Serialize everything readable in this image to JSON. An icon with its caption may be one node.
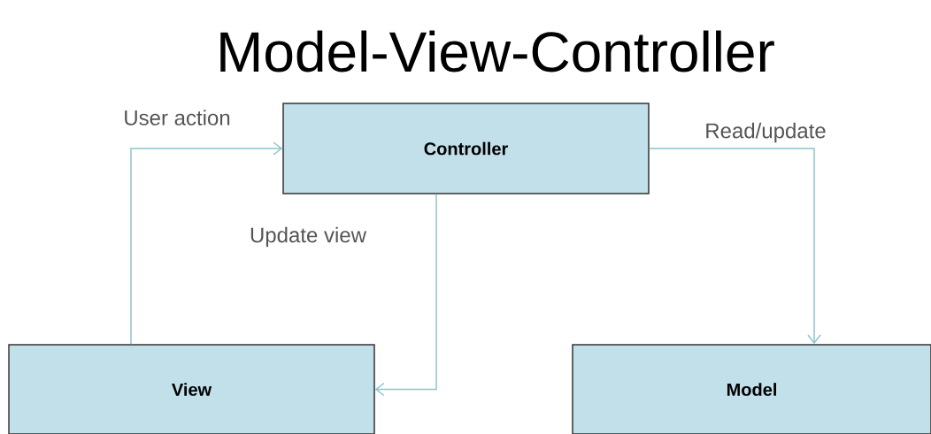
{
  "diagram": {
    "title": "Model-View-Controller",
    "nodes": [
      {
        "text": [
          "Controller"
        ]
      },
      {
        "text": [
          "View"
        ]
      },
      {
        "text": [
          "Model"
        ]
      }
    ],
    "edges": [
      {
        "from": 1,
        "to": 0,
        "arrow": "to",
        "label": "User action"
      },
      {
        "from": 0,
        "to": 1,
        "arrow": "to",
        "label": "Update view"
      },
      {
        "from": 0,
        "to": 2,
        "arrow": "to",
        "label": "Read/update"
      }
    ]
  }
}
